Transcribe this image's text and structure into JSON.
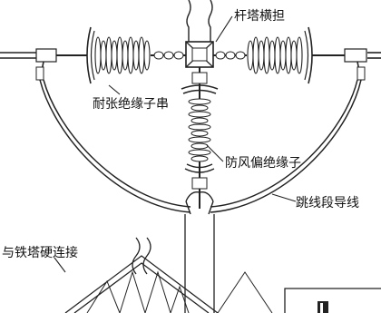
{
  "diagram": {
    "labels": {
      "crossarm": "杆塔横担",
      "tension_insulator_string": "耐张绝缘子串",
      "windproof_insulator": "防风偏绝缘子",
      "jumper_conductor": "跳线段导线",
      "tower_hard_connection": "与铁塔硬连接"
    },
    "colors": {
      "line": "#222222",
      "background": "#ffffff"
    }
  }
}
